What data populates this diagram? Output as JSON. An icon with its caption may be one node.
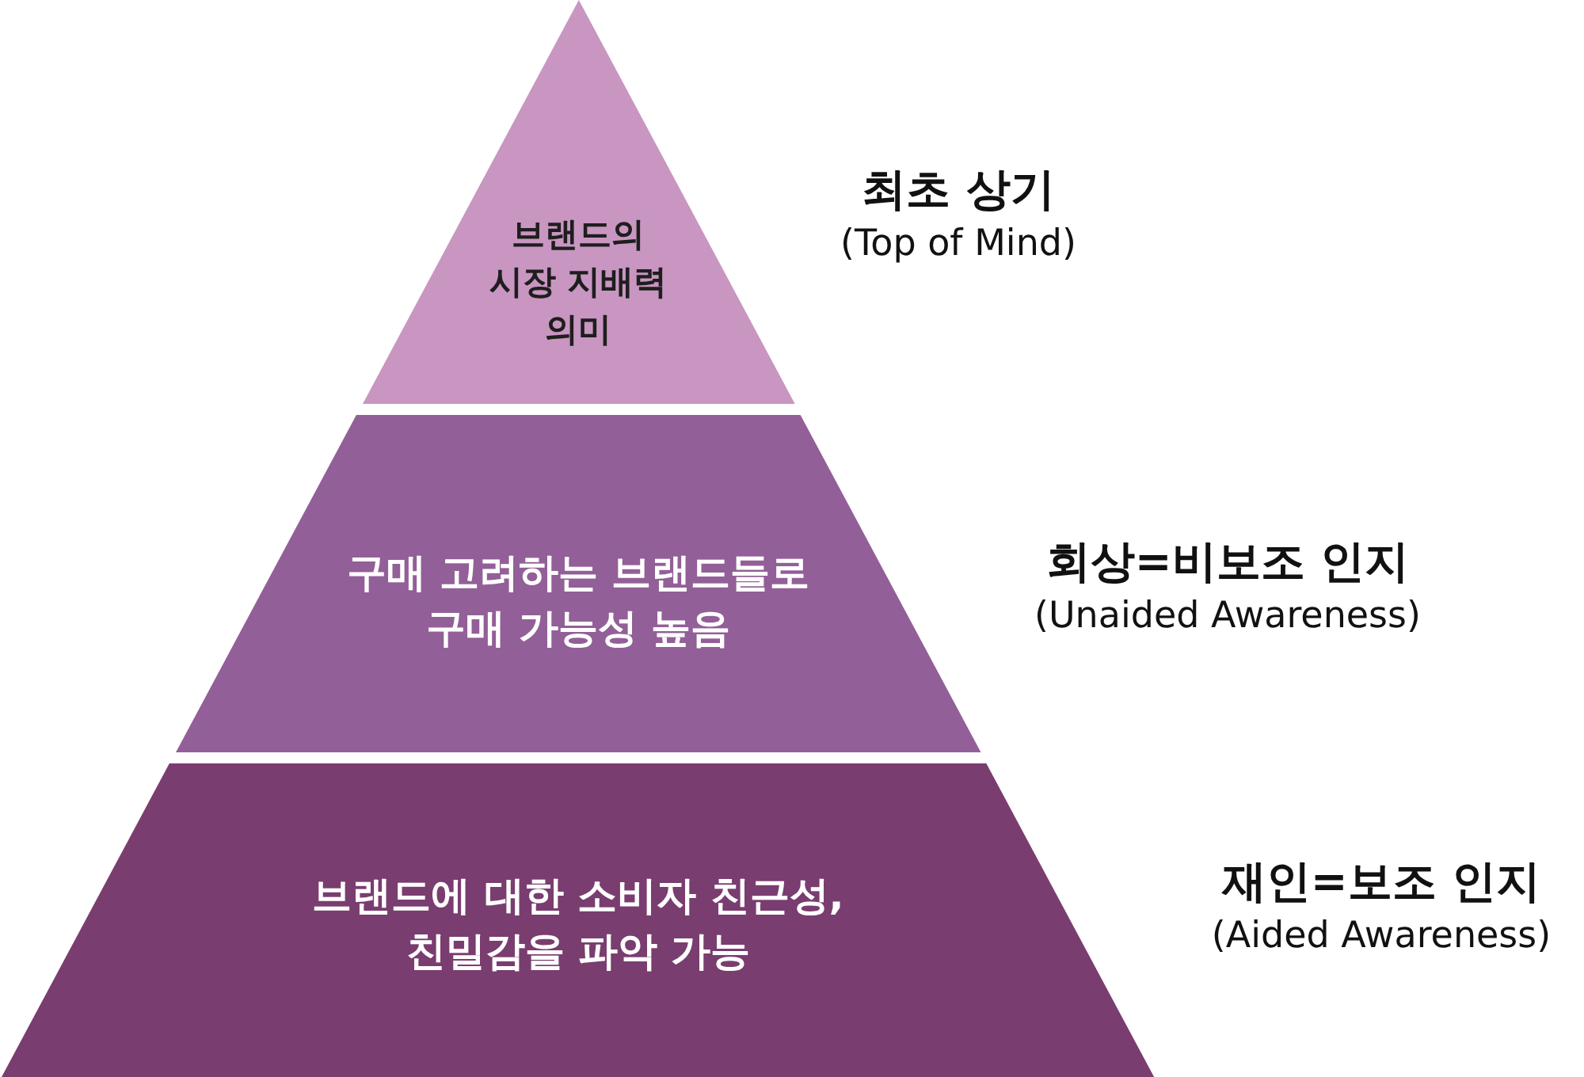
{
  "diagram": {
    "nodes": [
      {
        "text": [
          "브랜드의 시장 지배력 의미"
        ],
        "beside": [
          "최초 상기",
          "(Top of Mind)"
        ]
      },
      {
        "text": [
          "구매 고려하는 브랜드들로 구매 가능성 높음"
        ],
        "beside": [
          "회상=비보조 인지",
          "(Unaided Awareness)"
        ]
      },
      {
        "text": [
          "브랜드에 대한 소비자 친근성, 친밀감을 파악 가능"
        ],
        "beside": [
          "재인=보조 인지",
          "(Aided Awareness)"
        ]
      }
    ]
  }
}
